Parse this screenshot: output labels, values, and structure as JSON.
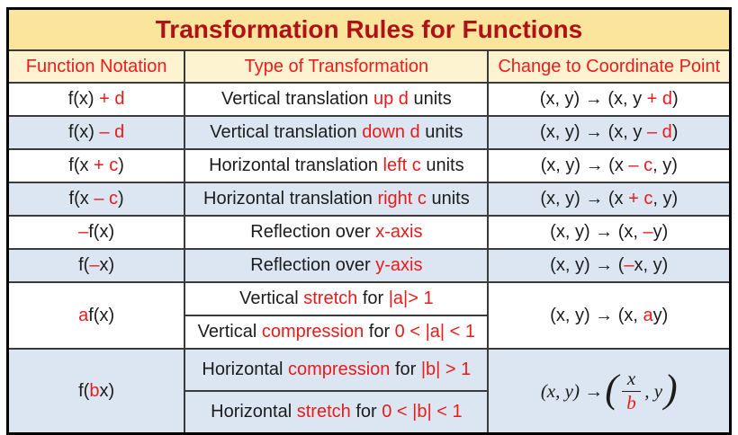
{
  "title": "Transformation Rules for Functions",
  "columns": [
    "Function Notation",
    "Type of Transformation",
    "Change to Coordinate Point"
  ],
  "colors": {
    "title_bg": "#fbe49b",
    "header_bg": "#fdf3d1",
    "alt_row_bg": "#dce6f2",
    "accent_red": "#e81b1b",
    "title_red": "#b01116",
    "border": "#3b3b3b"
  },
  "rows": [
    {
      "notation": [
        {
          "t": "f(x) ",
          "red": false
        },
        {
          "t": "+ d",
          "red": true
        }
      ],
      "transformation": [
        {
          "t": "Vertical translation ",
          "red": false
        },
        {
          "t": "up d",
          "red": true
        },
        {
          "t": " units",
          "red": false
        }
      ],
      "coordinate": [
        {
          "t": "(x, y) → (x, y ",
          "red": false
        },
        {
          "t": "+ d",
          "red": true
        },
        {
          "t": ")",
          "red": false
        }
      ]
    },
    {
      "notation": [
        {
          "t": "f(x) ",
          "red": false
        },
        {
          "t": "– d",
          "red": true
        }
      ],
      "transformation": [
        {
          "t": "Vertical translation ",
          "red": false
        },
        {
          "t": "down d",
          "red": true
        },
        {
          "t": " units",
          "red": false
        }
      ],
      "coordinate": [
        {
          "t": "(x, y) → (x, y ",
          "red": false
        },
        {
          "t": "– d",
          "red": true
        },
        {
          "t": ")",
          "red": false
        }
      ]
    },
    {
      "notation": [
        {
          "t": "f(x ",
          "red": false
        },
        {
          "t": "+ c",
          "red": true
        },
        {
          "t": ")",
          "red": false
        }
      ],
      "transformation": [
        {
          "t": "Horizontal translation ",
          "red": false
        },
        {
          "t": "left c",
          "red": true
        },
        {
          "t": " units",
          "red": false
        }
      ],
      "coordinate": [
        {
          "t": "(x, y) → (x ",
          "red": false
        },
        {
          "t": "– c",
          "red": true
        },
        {
          "t": ", y)",
          "red": false
        }
      ]
    },
    {
      "notation": [
        {
          "t": "f(x ",
          "red": false
        },
        {
          "t": "– c",
          "red": true
        },
        {
          "t": ")",
          "red": false
        }
      ],
      "transformation": [
        {
          "t": "Horizontal translation ",
          "red": false
        },
        {
          "t": "right c",
          "red": true
        },
        {
          "t": " units",
          "red": false
        }
      ],
      "coordinate": [
        {
          "t": "(x, y) → (x ",
          "red": false
        },
        {
          "t": "+ c",
          "red": true
        },
        {
          "t": ", y)",
          "red": false
        }
      ]
    },
    {
      "notation": [
        {
          "t": "–",
          "red": true
        },
        {
          "t": "f(x)",
          "red": false
        }
      ],
      "transformation": [
        {
          "t": "Reflection over ",
          "red": false
        },
        {
          "t": "x-axis",
          "red": true
        }
      ],
      "coordinate": [
        {
          "t": "(x, y) → (x, ",
          "red": false
        },
        {
          "t": "–",
          "red": true
        },
        {
          "t": "y)",
          "red": false
        }
      ]
    },
    {
      "notation": [
        {
          "t": "f(",
          "red": false
        },
        {
          "t": "–",
          "red": true
        },
        {
          "t": "x)",
          "red": false
        }
      ],
      "transformation": [
        {
          "t": "Reflection over ",
          "red": false
        },
        {
          "t": "y-axis",
          "red": true
        }
      ],
      "coordinate": [
        {
          "t": "(x, y) → (",
          "red": false
        },
        {
          "t": "–",
          "red": true
        },
        {
          "t": "x, y)",
          "red": false
        }
      ]
    },
    {
      "notation": [
        {
          "t": "a",
          "red": true
        },
        {
          "t": "f(x)",
          "red": false
        }
      ],
      "transformation_1": [
        {
          "t": "Vertical ",
          "red": false
        },
        {
          "t": "stretch",
          "red": true
        },
        {
          "t": " for ",
          "red": false
        },
        {
          "t": "|a|> 1",
          "red": true
        }
      ],
      "transformation_2": [
        {
          "t": "Vertical ",
          "red": false
        },
        {
          "t": "compression",
          "red": true
        },
        {
          "t": " for ",
          "red": false
        },
        {
          "t": "0 < |a| < 1",
          "red": true
        }
      ],
      "coordinate": [
        {
          "t": "(x, y) → (x, ",
          "red": false
        },
        {
          "t": "a",
          "red": true
        },
        {
          "t": "y)",
          "red": false
        }
      ]
    },
    {
      "notation": [
        {
          "t": "f(",
          "red": false
        },
        {
          "t": "b",
          "red": true
        },
        {
          "t": "x)",
          "red": false
        }
      ],
      "transformation_1": [
        {
          "t": "Horizontal ",
          "red": false
        },
        {
          "t": "compression",
          "red": true
        },
        {
          "t": " for ",
          "red": false
        },
        {
          "t": "|b| > 1",
          "red": true
        }
      ],
      "transformation_2": [
        {
          "t": "Horizontal ",
          "red": false
        },
        {
          "t": "stretch",
          "red": true
        },
        {
          "t": " for ",
          "red": false
        },
        {
          "t": "0 < |b| < 1",
          "red": true
        }
      ],
      "coordinate_math": {
        "lead": "(x, y) → ",
        "open": "(",
        "numerator": "x",
        "denominator": "b",
        "rest": ", y",
        "close": ")"
      }
    }
  ]
}
